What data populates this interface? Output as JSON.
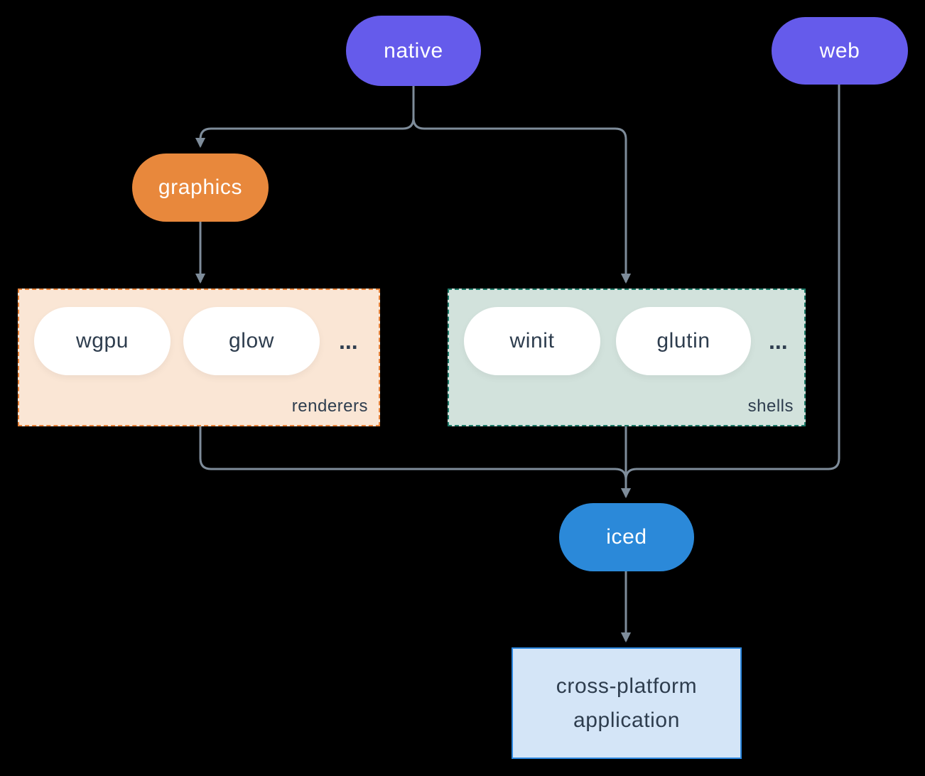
{
  "diagram": {
    "nodes": {
      "native": {
        "label": "native",
        "color": "#655BEB"
      },
      "web": {
        "label": "web",
        "color": "#655BEB"
      },
      "graphics": {
        "label": "graphics",
        "color": "#E8883C"
      },
      "wgpu": {
        "label": "wgpu",
        "color": "#FFFFFF"
      },
      "glow": {
        "label": "glow",
        "color": "#FFFFFF"
      },
      "winit": {
        "label": "winit",
        "color": "#FFFFFF"
      },
      "glutin": {
        "label": "glutin",
        "color": "#FFFFFF"
      },
      "iced": {
        "label": "iced",
        "color": "#2B89D9"
      },
      "app": {
        "label_line1": "cross-platform",
        "label_line2": "application",
        "fill": "#D4E5F7",
        "border": "#2B86DE"
      }
    },
    "groups": {
      "renderers": {
        "label": "renderers",
        "ellipsis": "...",
        "fill": "#FAE6D5",
        "border": "#E8833A"
      },
      "shells": {
        "label": "shells",
        "ellipsis": "...",
        "fill": "#D2E2DC",
        "border": "#1D7A68"
      }
    },
    "colors": {
      "background": "#000000",
      "connector": "#7E8C9A",
      "dark_text": "#2E3D4E"
    }
  }
}
